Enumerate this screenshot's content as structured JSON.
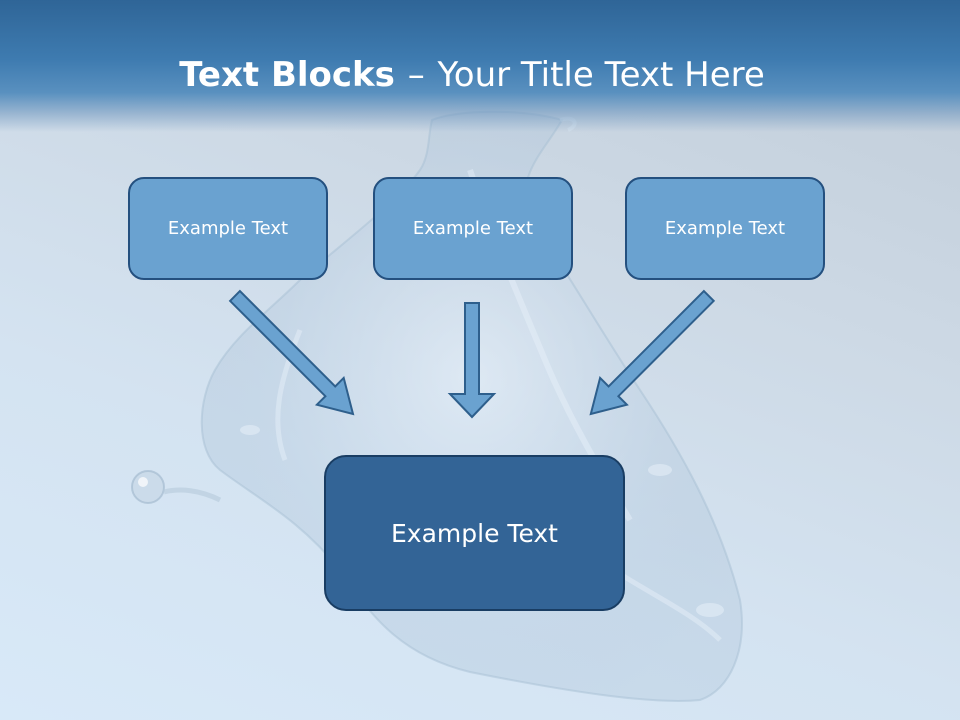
{
  "slide": {
    "title_bold": "Text Blocks",
    "title_separator": "–",
    "title_rest": "Your Title Text Here"
  },
  "diagram": {
    "source_blocks": [
      {
        "label": "Example Text"
      },
      {
        "label": "Example Text"
      },
      {
        "label": "Example Text"
      }
    ],
    "target_block": {
      "label": "Example Text"
    },
    "connectors": [
      "left-block to center-block",
      "middle-block to center-block",
      "right-block to center-block"
    ]
  },
  "colors": {
    "header": "#3e7bb0",
    "small_box_fill": "#6aa2d0",
    "small_box_border": "#24507f",
    "large_box_fill": "#336496",
    "large_box_border": "#193d63",
    "arrow_fill": "#6aa2d0",
    "arrow_stroke": "#2e5f8c"
  }
}
